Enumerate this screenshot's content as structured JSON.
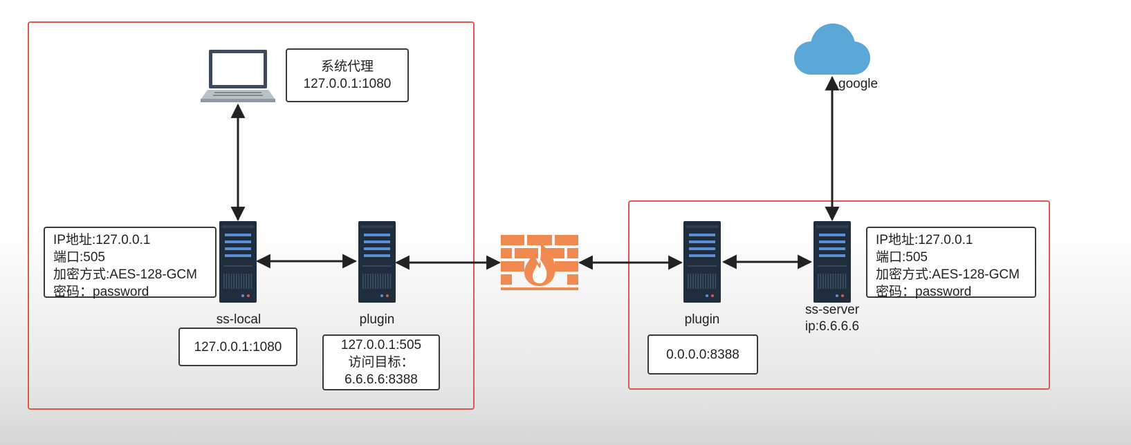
{
  "client": {
    "proxy_box": {
      "line1": "系统代理",
      "line2": "127.0.0.1:1080"
    },
    "ss_local": {
      "label": "ss-local",
      "address": "127.0.0.1:1080",
      "config": {
        "ip": "IP地址:127.0.0.1",
        "port": "端口:505",
        "cipher": "加密方式:AES-128-GCM",
        "password": "密码：password"
      }
    },
    "plugin": {
      "label": "plugin",
      "line1": "127.0.0.1:505",
      "line2": "访问目标：",
      "line3": "6.6.6.6:8388"
    }
  },
  "server": {
    "plugin": {
      "label": "plugin",
      "address": "0.0.0.0:8388"
    },
    "ss_server": {
      "label": "ss-server",
      "ip": "ip:6.6.6.6",
      "config": {
        "ip": "IP地址:127.0.0.1",
        "port": "端口:505",
        "cipher": "加密方式:AES-128-GCM",
        "password": "密码：password"
      }
    },
    "cloud": {
      "label": "google"
    }
  },
  "colors": {
    "region_border": "#e0564a",
    "firewall": "#f08a50",
    "cloud": "#5aa7d8",
    "server_body": "#1f2d3d",
    "server_led": "#5b8fd6"
  },
  "icons": [
    "laptop-icon",
    "server-icon",
    "firewall-icon",
    "cloud-icon"
  ]
}
